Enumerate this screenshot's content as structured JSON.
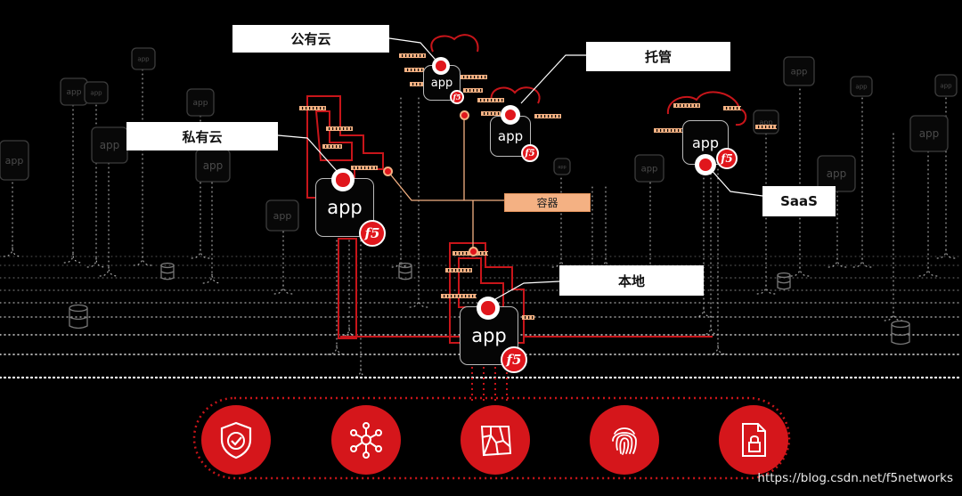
{
  "labels": {
    "public_cloud": "公有云",
    "hosted": "托管",
    "private_cloud": "私有云",
    "container": "容器",
    "saas": "SaaS",
    "on_premise": "本地"
  },
  "app_text": "app",
  "f5_text": "f5",
  "service_icons": [
    "shield-check-icon",
    "network-hub-icon",
    "map-route-icon",
    "fingerprint-icon",
    "locked-document-icon"
  ],
  "watermark": "https://blog.csdn.net/f5networks",
  "colors": {
    "accent_red": "#e0161c",
    "container_orange": "#f4b183",
    "background": "#000000"
  }
}
